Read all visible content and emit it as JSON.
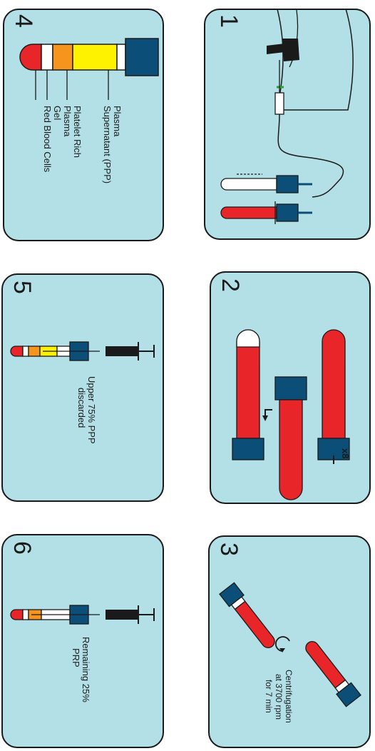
{
  "panels": {
    "p1": {
      "number": "1"
    },
    "p2": {
      "number": "2",
      "repeat": "x8"
    },
    "p3": {
      "number": "3",
      "caption": [
        "Centrifugation",
        "at 3700 rpm",
        "for 7 min"
      ]
    },
    "p4": {
      "number": "4",
      "labels": {
        "ppp_line1": "Plasma",
        "ppp_line2": "Supernatant  (PPP)",
        "prp_line1": "Platelet Rich",
        "prp_line2": "Plasma",
        "gel": "Gel",
        "rbc": "Red Blood Cells"
      }
    },
    "p5": {
      "number": "5",
      "caption": [
        "Upper 75% PPP",
        "discarded"
      ]
    },
    "p6": {
      "number": "6",
      "caption": [
        "Remaining 25%",
        "PRP"
      ]
    }
  },
  "colors": {
    "panel_bg": "#b3e0e6",
    "red": "#e8262a",
    "yellow": "#fff200",
    "orange": "#f7941d",
    "cap": "#0b4f78",
    "outline": "#1a1a1a"
  }
}
